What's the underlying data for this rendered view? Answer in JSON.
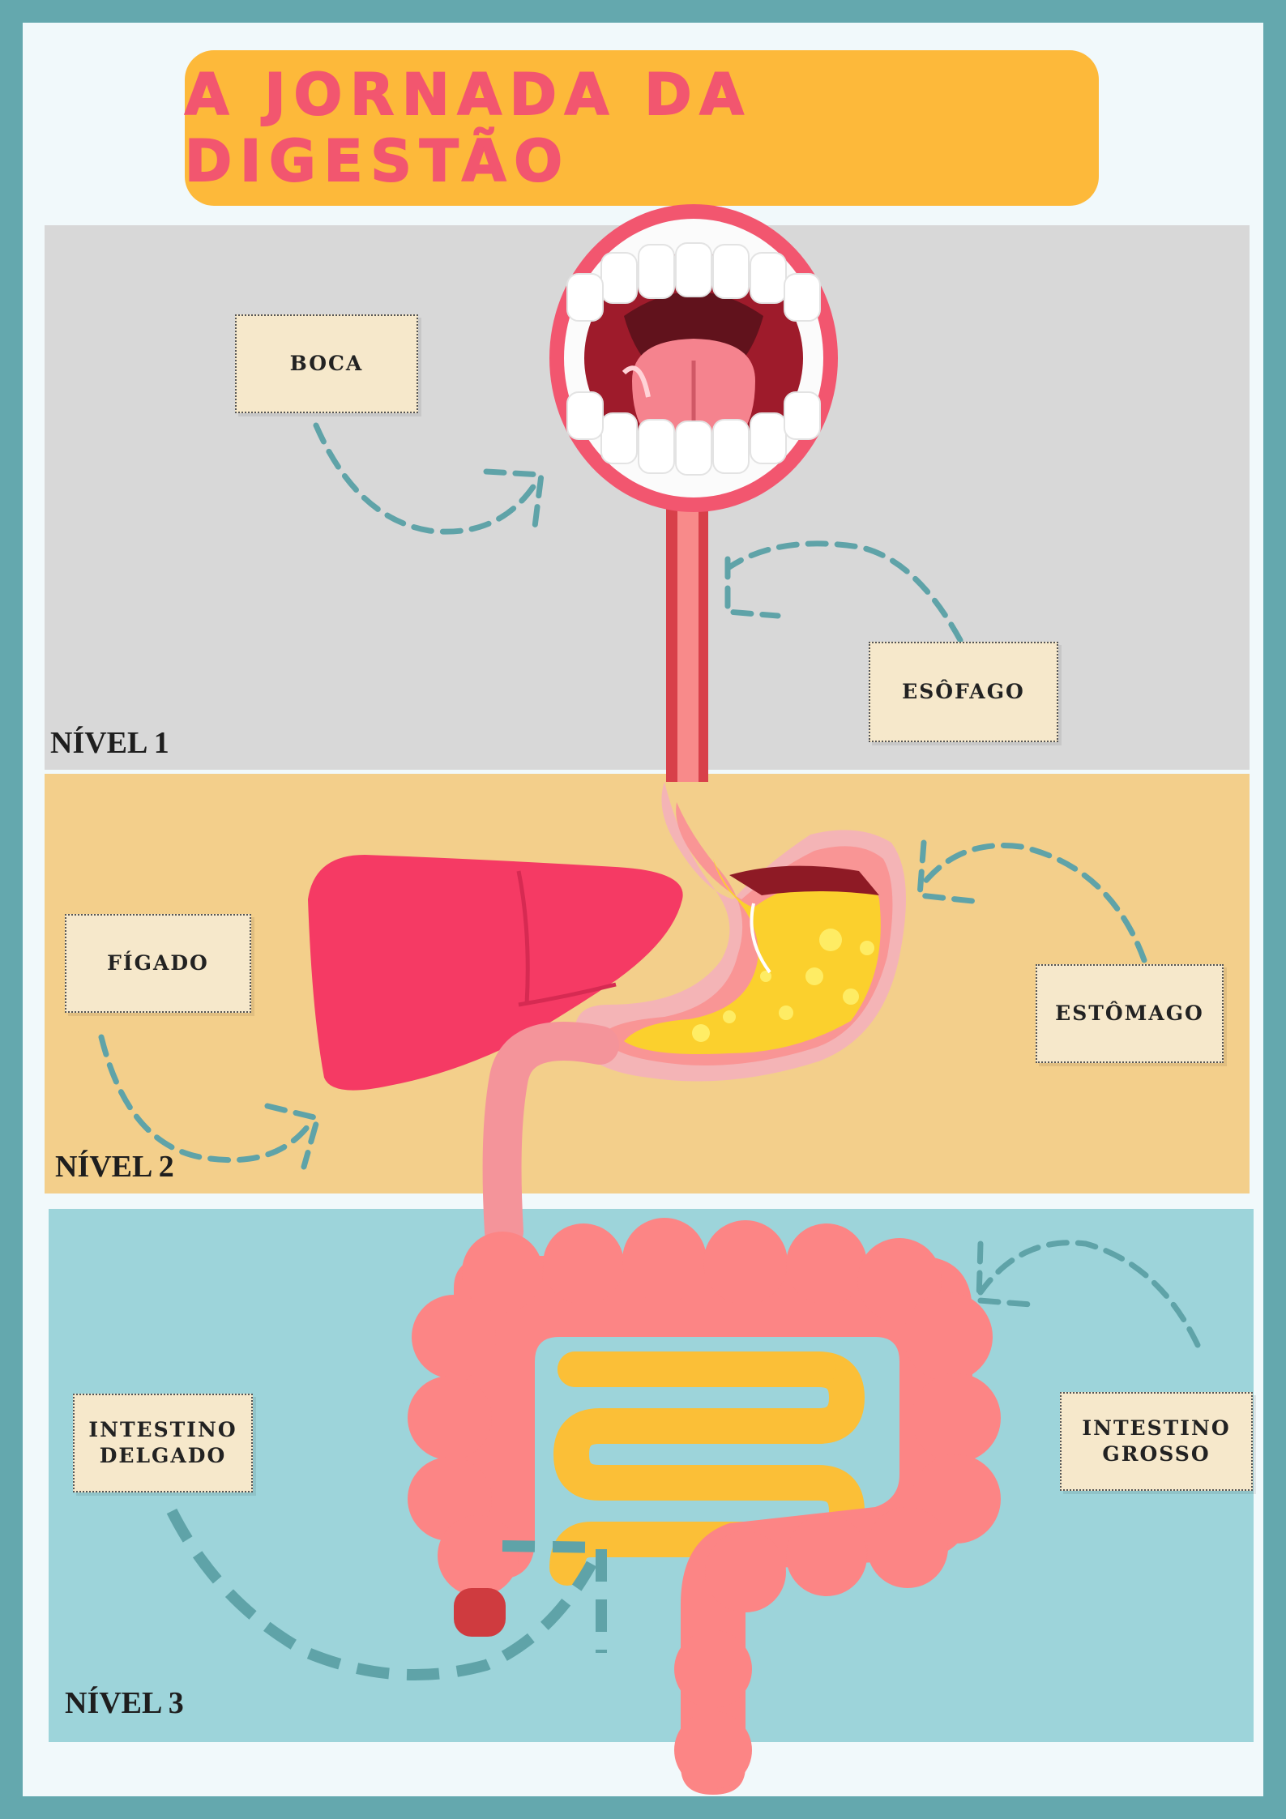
{
  "title": "A JORNADA DA DIGESTÃO",
  "levels": {
    "level_1": "NÍVEL 1",
    "level_2": "NÍVEL 2",
    "level_3": "NÍVEL 3"
  },
  "labels": {
    "boca": "BOCA",
    "esofago": "ESÔFAGO",
    "figado": "FÍGADO",
    "estomago": "ESTÔMAGO",
    "intestino_delgado": "INTESTINO\nDELGADO",
    "intestino_grosso": "INTESTINO\nGROSSO"
  },
  "colors": {
    "frame": "#64a8ae",
    "title_banner": "#fdb93a",
    "title_text": "#f2566f",
    "level_1_band": "#d8d8d8",
    "level_2_band": "#f3cf8b",
    "level_3_band": "#9dd4da",
    "arrows": "#5fa3a8"
  }
}
